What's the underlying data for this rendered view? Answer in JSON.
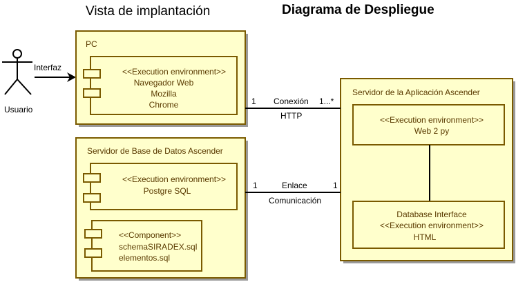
{
  "titles": {
    "left": "Vista de implantación",
    "right": "Diagrama de Despliegue"
  },
  "actor": {
    "name": "Usuario",
    "arrow_label": "Interfaz"
  },
  "nodes": {
    "pc": {
      "title": "PC",
      "env": {
        "stereotype": "<<Execution environment>>",
        "lines": [
          "Navegador Web",
          "Mozilla",
          "Chrome"
        ]
      }
    },
    "db_server": {
      "title": "Servidor de Base de Datos Ascender",
      "env": {
        "stereotype": "<<Execution environment>>",
        "lines": [
          "Postgre SQL"
        ]
      },
      "component": {
        "stereotype": "<<Component>>",
        "lines": [
          "schemaSIRADEX.sql",
          "elementos.sql"
        ]
      }
    },
    "app_server": {
      "title": "Servidor de la Aplicación Ascender",
      "env_top": {
        "stereotype": "<<Execution environment>>",
        "lines": [
          "Web 2 py"
        ]
      },
      "env_bottom": {
        "title": "Database Interface",
        "stereotype": "<<Execution environment>>",
        "lines": [
          "HTML"
        ]
      }
    }
  },
  "connections": {
    "http": {
      "label": "Conexión",
      "sublabel": "HTTP",
      "mult_left": "1",
      "mult_right": "1...*"
    },
    "db": {
      "label": "Enlace",
      "sublabel": "Comunicación",
      "mult_left": "1",
      "mult_right": "1"
    }
  },
  "colors": {
    "node_fill": "#ffffcc",
    "node_border": "#7a5a00",
    "node_text": "#5a3a00",
    "shadow": "#9a9a9a"
  }
}
